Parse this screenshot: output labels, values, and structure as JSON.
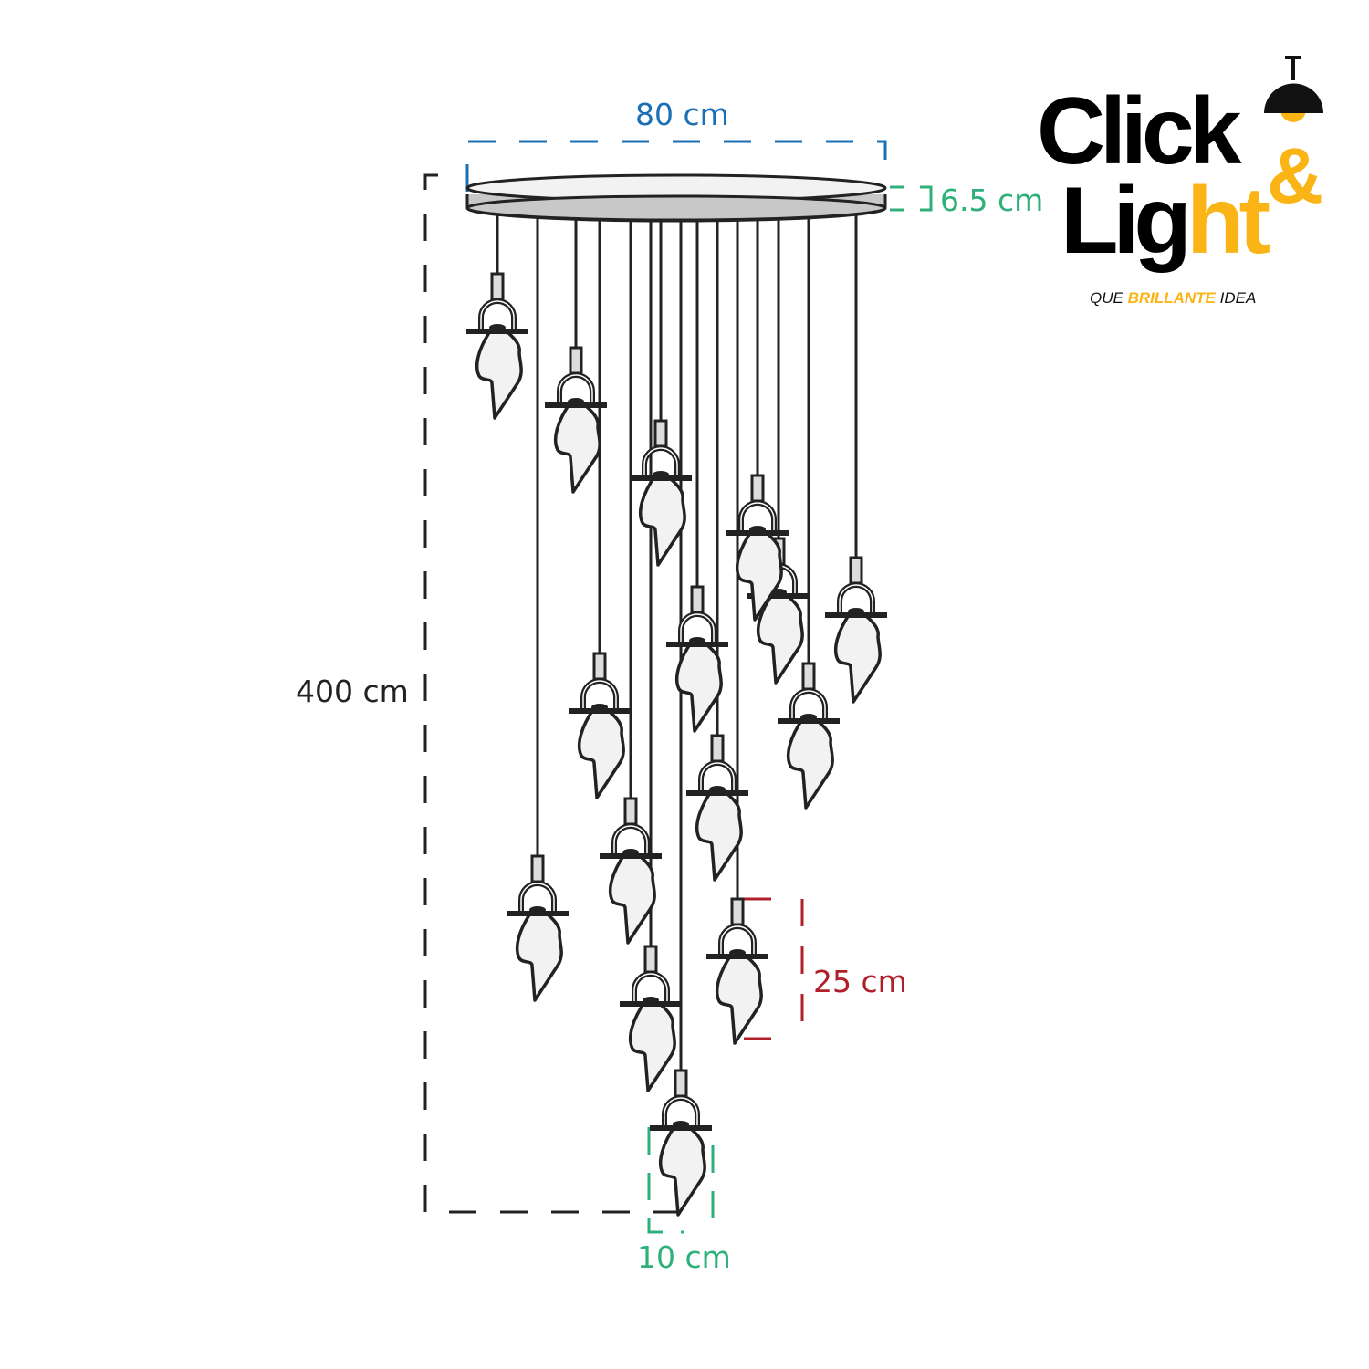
{
  "dimensions": {
    "width": "80 cm",
    "canopy_height": "6.5 cm",
    "total_height": "400 cm",
    "pendant_height": "25 cm",
    "pendant_width": "10 cm"
  },
  "logo": {
    "word1": "Click",
    "ampersand": "&",
    "word2_black": "Lig",
    "word2_yellow": "ht",
    "tagline_pre": "QUE",
    "tagline_highlight": "BRILLANTE",
    "tagline_post": "IDEA"
  },
  "colors": {
    "width_dim": "#1b6fb5",
    "canopy_dim": "#2fb07a",
    "pendant_height_dim": "#b0202a",
    "total_dim": "#222222",
    "brand_yellow": "#fbb415"
  },
  "pendant_count": 15
}
